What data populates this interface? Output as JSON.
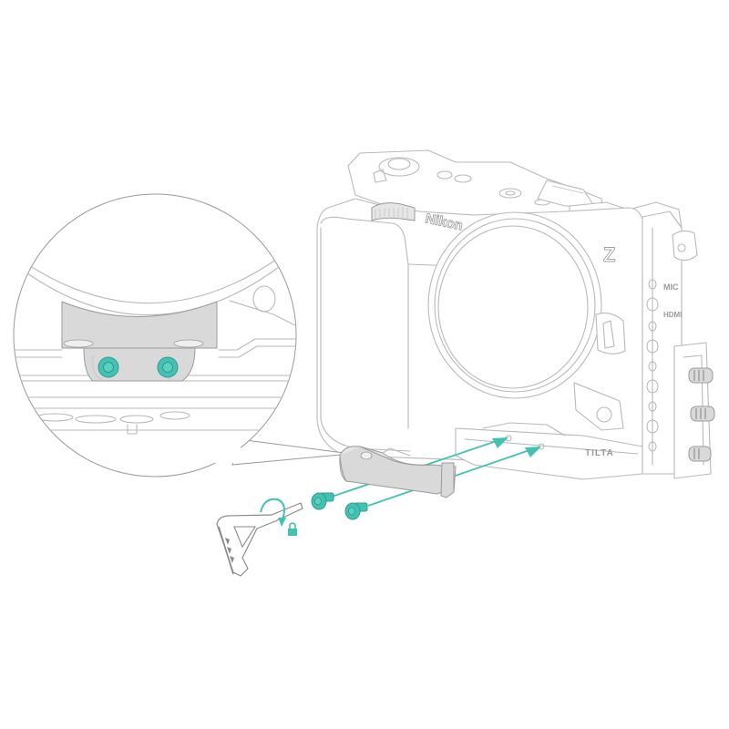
{
  "diagram": {
    "title": "Camera cage bottom bracket installation",
    "subject": "Nikon Z camera in Tilta cage",
    "labels": {
      "camera_brand": "Nikon",
      "camera_series_mark": "Z",
      "cage_brand": "TILTA",
      "cage_port_label_1": "MIC",
      "cage_port_label_2": "HDMI"
    },
    "parts": [
      {
        "id": "bracket",
        "name": "Bottom bracket / support block",
        "color": "#d9d9d9"
      },
      {
        "id": "screw-1",
        "name": "Hex screw",
        "color": "#45c1b3"
      },
      {
        "id": "screw-2",
        "name": "Hex screw",
        "color": "#45c1b3"
      },
      {
        "id": "hex-key",
        "name": "Tilta hex key tool"
      }
    ],
    "annotations": {
      "rotation": "clockwise-tighten",
      "lock_icon": "lock-icon",
      "detail_inset": "close-up of installed bracket with two screws"
    },
    "colors": {
      "accent": "#45c1b3",
      "line": "#b9b9b9",
      "part_fill": "#d9d9d9",
      "background": "#ffffff"
    }
  }
}
